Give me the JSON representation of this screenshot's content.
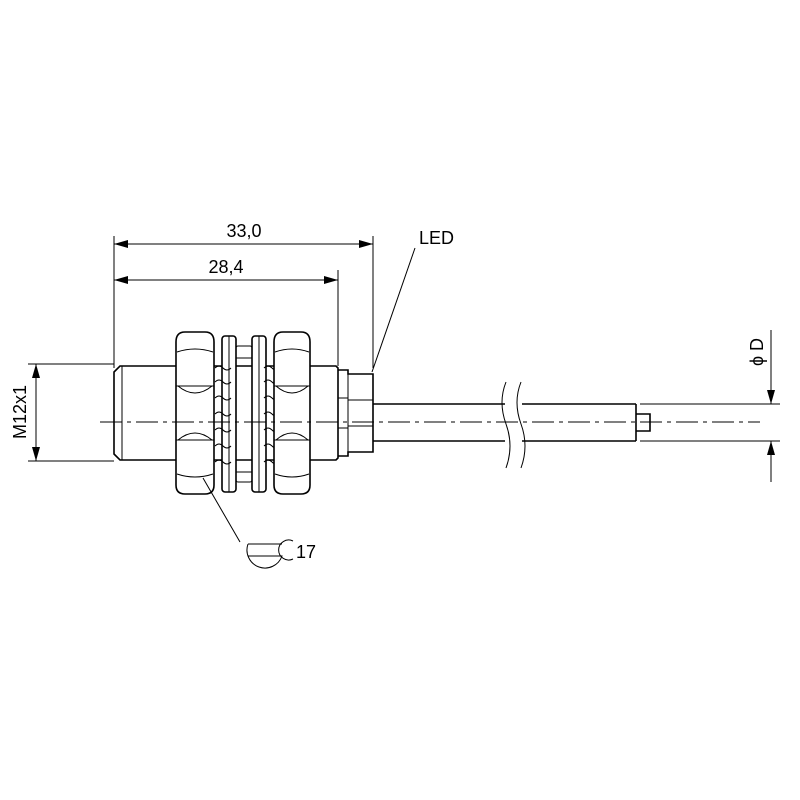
{
  "dimensions": {
    "overall_length": "33,0",
    "thread_length": "28,4",
    "thread": "M12x1",
    "cable_diameter": "ϕ D",
    "wrench_size": "17"
  },
  "labels": {
    "led": "LED"
  }
}
